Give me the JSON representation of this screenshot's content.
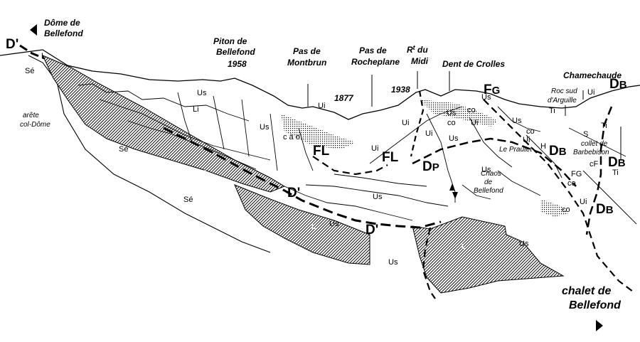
{
  "peaks": {
    "dome": [
      "Dôme de",
      "Bellefond"
    ],
    "piton": [
      "Piton de",
      "Bellefond",
      "1958"
    ],
    "montbrun": [
      "Pas de",
      "Montbrun"
    ],
    "rocheplane": [
      "Pas de",
      "Rocheplane"
    ],
    "midi": [
      "R",
      "t",
      " du",
      "Midi"
    ],
    "crolles": "Dent de Crolles",
    "chamechaude": "Chamechaude",
    "arguille": [
      "Roc sud",
      "d'Arguille"
    ],
    "barbebison": [
      "collet de",
      "Barbebison"
    ],
    "chaos": [
      "Chaos",
      "de",
      "Bellefond"
    ],
    "prautet": "Le Prautet",
    "arete": [
      "arête",
      "col-Dôme"
    ],
    "chalet": [
      "chalet  de",
      "Bellefond"
    ],
    "year_1877": "1877",
    "year_1938": "1938"
  },
  "faults": {
    "dprime": "D'",
    "fl": "FL",
    "dp_main": "D",
    "dp_sub": "P",
    "fg_main": "F",
    "fg_sub": "G",
    "db_main": "D",
    "db_sub": "B"
  },
  "units": {
    "se": "Sé",
    "us": "Us",
    "ui": "Ui",
    "co": "co",
    "cao": "c à o",
    "l": "L",
    "li": "Li",
    "ti": "Ti",
    "h": "H",
    "s": "S",
    "cf": "cF",
    "fg_small": "FG"
  },
  "colors": {
    "ink": "#000000",
    "hatch": "#000000",
    "background": "#ffffff"
  }
}
